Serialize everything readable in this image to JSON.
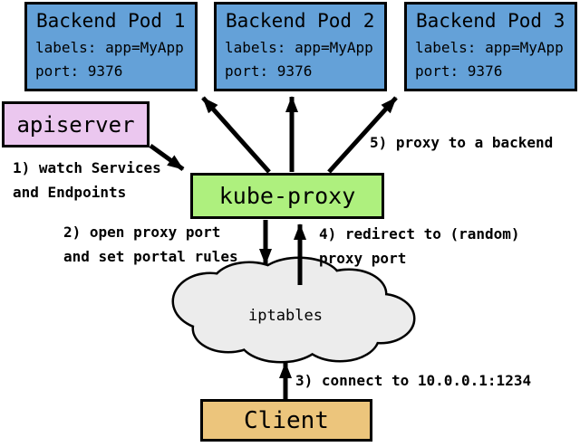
{
  "nodes": {
    "pods": [
      {
        "title": "Backend Pod 1",
        "labels": "labels: app=MyApp",
        "port": "port: 9376"
      },
      {
        "title": "Backend Pod 2",
        "labels": "labels: app=MyApp",
        "port": "port: 9376"
      },
      {
        "title": "Backend Pod 3",
        "labels": "labels: app=MyApp",
        "port": "port: 9376"
      }
    ],
    "apiserver": {
      "label": "apiserver"
    },
    "kube_proxy": {
      "label": "kube-proxy"
    },
    "iptables": {
      "label": "iptables"
    },
    "client": {
      "label": "Client"
    }
  },
  "annotations": {
    "step1": "1) watch Services\nand Endpoints",
    "step2": "2) open proxy port\nand set portal rules",
    "step3": "3) connect to 10.0.0.1:1234",
    "step4": "4) redirect to (random)\nproxy port",
    "step5": "5) proxy to a backend"
  },
  "colors": {
    "pod_fill": "#64a1d8",
    "apiserver_fill": "#ebc7ef",
    "kube_proxy_fill": "#aef07e",
    "iptables_fill": "#ececec",
    "client_fill": "#ecc57c",
    "border": "#000000",
    "background": "#ffffff"
  }
}
